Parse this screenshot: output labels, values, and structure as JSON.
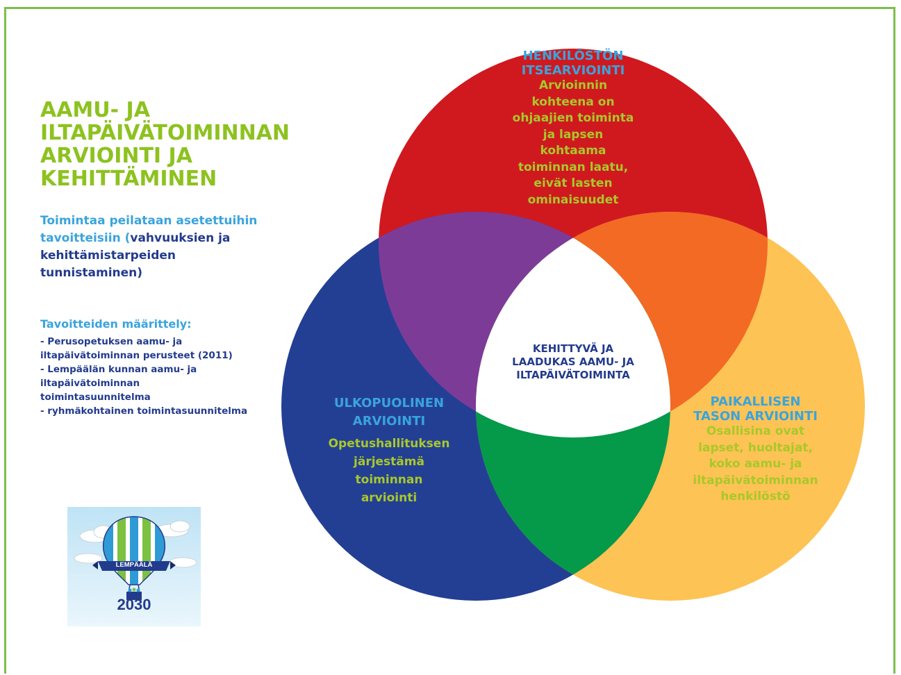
{
  "title": [
    "AAMU- JA",
    "ILTAPÄIVÄTOIMINNAN",
    "ARVIOINTI JA",
    "KEHITTÄMINEN"
  ],
  "intro": {
    "light_lines": [
      "Toimintaa peilataan asetettuihin",
      "tavoitteisiin ("
    ],
    "dark_part1": "vahvuuksien ja",
    "dark_lines": [
      "kehittämistarpeiden",
      "tunnistaminen)"
    ]
  },
  "goals": {
    "heading": "Tavoitteiden määrittely:",
    "items": [
      [
        "- Perusopetuksen aamu- ja",
        "iltapäivätoiminnan perusteet (2011)"
      ],
      [
        "- Lempäälän kunnan aamu- ja",
        "iltapäivätoiminnan",
        "toimintasuunnitelma"
      ],
      [
        "- ryhmäkohtainen toimintasuunnitelma"
      ]
    ]
  },
  "circles": {
    "top": {
      "heading": [
        "HENKILÖSTÖN",
        "ITSEARVIOINTI"
      ],
      "body": [
        "Arvioinnin",
        "kohteena on",
        "ohjaajien toiminta",
        "ja lapsen",
        "kohtaama",
        "toiminnan laatu,",
        "eivät lasten",
        "ominaisuudet"
      ]
    },
    "left": {
      "heading": [
        "ULKOPUOLINEN",
        "ARVIOINTI"
      ],
      "body": [
        "Opetushallituksen",
        "järjestämä",
        "toiminnan",
        "arviointi"
      ]
    },
    "right": {
      "heading": [
        "PAIKALLISEN",
        "TASON ARVIOINTI"
      ],
      "body": [
        "Osallisina ovat",
        "lapset, huoltajat,",
        "koko aamu- ja",
        "iltapäivätoiminnan",
        "henkilöstö"
      ]
    },
    "center": [
      "KEHITTYVÄ JA",
      "LAADUKAS AAMU- JA",
      "ILTAPÄIVÄTOIMINTA"
    ]
  },
  "logo": {
    "band": "LEMPÄÄLÄ",
    "year": "2030"
  },
  "colors": {
    "red": "#d0191f",
    "blue": "#233f94",
    "yellow": "#fdc354",
    "purple": "#7d3b98",
    "orange": "#f26a24",
    "green": "#05994a",
    "frame": "#7bc04a"
  }
}
